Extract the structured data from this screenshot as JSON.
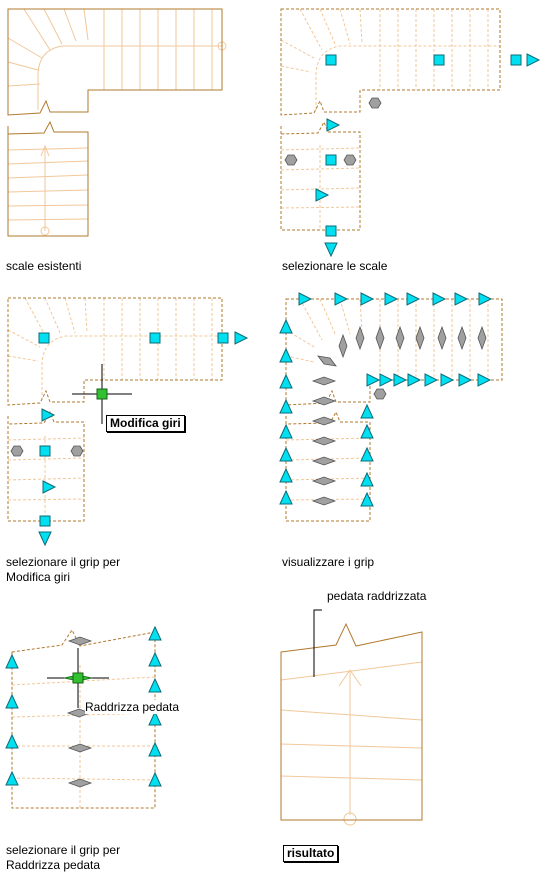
{
  "captions": {
    "p1": "scale esistenti",
    "p2": "selezionare le scale",
    "p3_line1": "selezionare il grip per",
    "p3_line2": "Modifica giri",
    "p4": "visualizzare i grip",
    "p5_line1": "selezionare il grip per",
    "p5_line2": "Raddrizza pedata",
    "p6": "risultato"
  },
  "labels": {
    "modifica_giri": "Modifica giri",
    "raddrizza_pedata": "Raddrizza pedata",
    "pedata_raddrizzata": "pedata raddrizzata"
  },
  "colors": {
    "outline": "#b07a2e",
    "tread": "#f2c89a",
    "grip_fill": "#00e0f0",
    "grip_stroke": "#0a6a78",
    "grip_gray": "#a0a0a0",
    "grip_selected": "#30c030"
  }
}
